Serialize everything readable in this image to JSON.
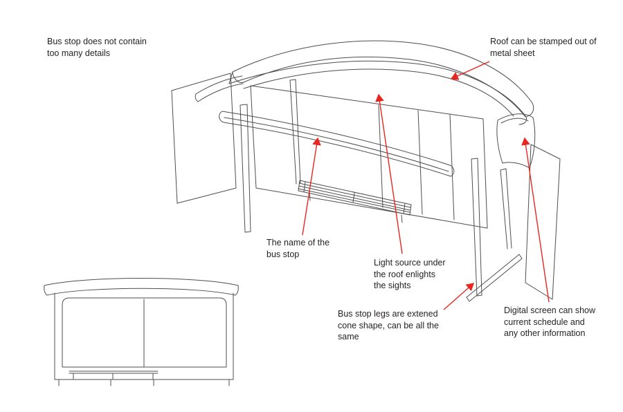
{
  "colors": {
    "page_bg": "#ffffff",
    "arrow_red": "#e8251e",
    "sketch_stroke": "#4d4d4d",
    "text": "#231f20"
  },
  "annotations": {
    "intro": "Bus stop does not contain\ntoo many details",
    "roof": "Roof can be stamped out of\nmetal sheet",
    "name_board": "The name of the\nbus stop",
    "light": "Light source under\nthe roof enlights\nthe sights",
    "legs": "Bus stop legs are extened\ncone shape, can be all the\nsame",
    "screen": "Digital screen can show\ncurrent schedule and\nany other information"
  }
}
